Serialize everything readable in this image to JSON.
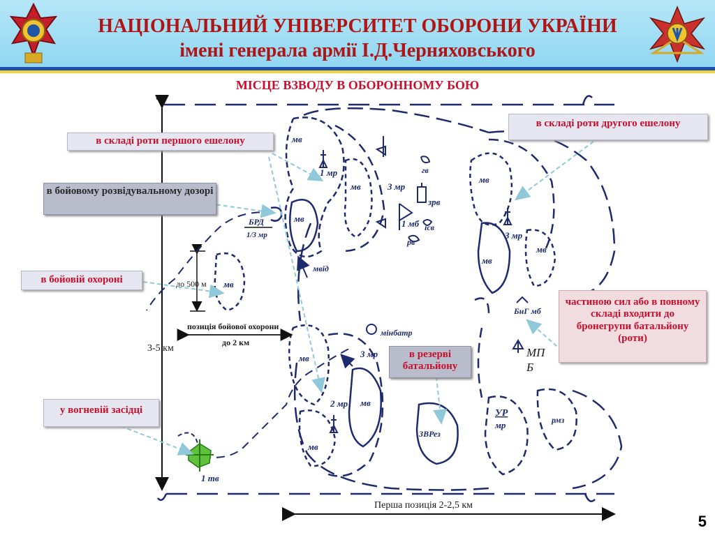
{
  "header": {
    "title_line1": "НАЦІОНАЛЬНИЙ УНІВЕРСИТЕТ  ОБОРОНИ УКРАЇНИ",
    "title_line2": "імені генерала армії І.Д.Черняховського"
  },
  "diagram_title": "МІСЦЕ ВЗВОДУ В ОБОРОННОМУ БОЮ",
  "callouts": {
    "first_echelon": "в складі роти першого ешелону",
    "second_echelon": "в складі роти другого ешелону",
    "recon_patrol": "в бойовому розвідувальному дозорі",
    "combat_guard": "в бойовій охороні",
    "armor_group": "частиною сил або в повному складі входити до бронегрупи батальйону (роти)",
    "reserve": "в резерві батальйону",
    "fire_ambush": "у вогневій засідці"
  },
  "labels": {
    "mv": "мв",
    "mr1": "1 мр",
    "mr2": "2 мр",
    "mr3": "3 мр",
    "mb1": "1 мб",
    "gv": "гв",
    "zrv": "зрв",
    "isv": "ісв",
    "rv": "рв",
    "mvid": "мвід",
    "brd": "БРД",
    "brd_sub": "1/3 мр",
    "minbatr": "мінбатр",
    "bng": "БнГ мб",
    "mpb_1": "МП",
    "mpb_2": "Б",
    "zvrez": "ЗВРез",
    "ur": "УР",
    "ur_sub": "мр",
    "rmz": "рмз",
    "tv1": "1 тв",
    "dist_500": "до 500 м",
    "guard_pos_1": "позиція бойової охорони",
    "guard_pos_2": "до 2 км",
    "depth": "3-5 км",
    "first_pos": "Перша позиція 2-2,5 км"
  },
  "page_number": "5",
  "colors": {
    "title_red": "#b01515",
    "header_bg": "#a6e0f5",
    "line_navy": "#1e2a6e",
    "arrow_teal": "#8fc8d8"
  }
}
